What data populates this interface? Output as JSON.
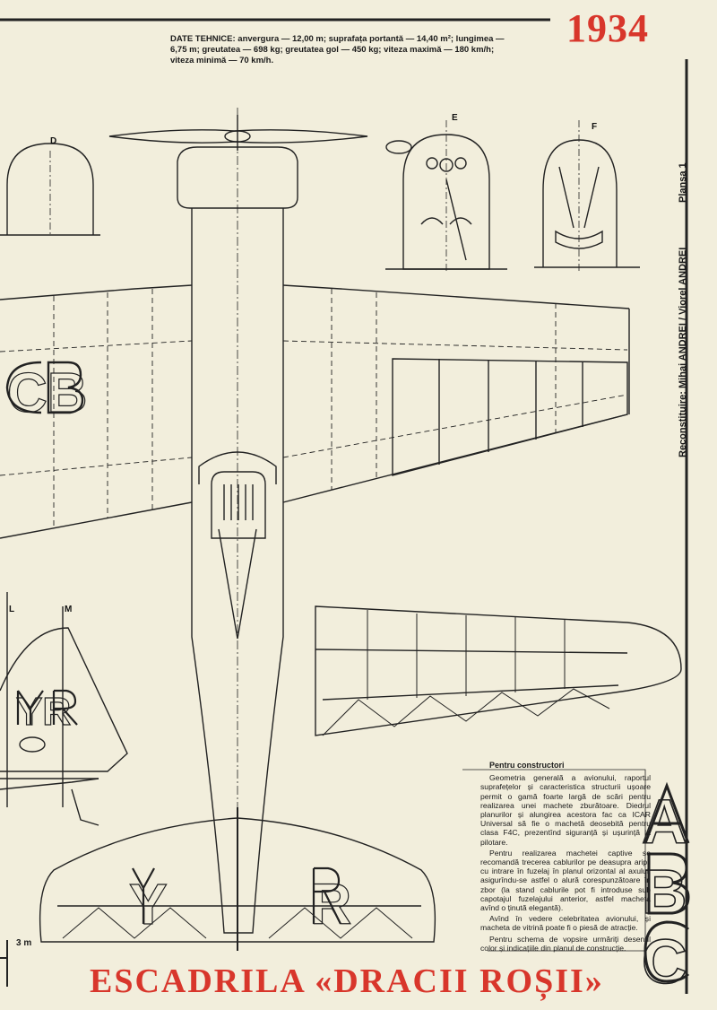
{
  "header": {
    "year": "1934",
    "tech_data": "DATE TEHNICE: anvergura — 12,00 m; suprafața portantă — 14,40 m²; lungimea — 6,75 m; greutatea — 698 kg; greutatea gol — 450 kg; viteza maximă — 180 km/h; viteza minimă — 70 km/h."
  },
  "side": {
    "credit": "Reconstituire: Mihai ANDREI / Viorel ANDREI",
    "plansa": "Planșa 1"
  },
  "view_labels": {
    "d": "D",
    "e": "E",
    "f": "F",
    "l": "L",
    "m": "M"
  },
  "markings": {
    "wing_upper": "CB",
    "tail_left": "YR",
    "stab_y": "Y",
    "stab_r": "R",
    "letters": [
      "A",
      "B",
      "C"
    ]
  },
  "constructors": {
    "title": "Pentru constructori",
    "paragraphs": [
      "Geometria generală a avionului, raportul suprafețelor și caracteristica structurii ușoare permit o gamă foarte largă de scări pentru realizarea unei machete zburătoare. Diedrul planurilor și alungirea acestora fac ca ICAR Universal să fie o machetă deosebită pentru clasa F4C, prezentînd siguranță și ușurință la pilotare.",
      "Pentru realizarea machetei captive se recomandă trecerea cablurilor pe deasupra aripii cu intrare în fuzelaj în planul orizontal al axului, asigurîndu-se astfel o alură corespunzătoare în zbor (la stand cablurile pot fi introduse sub capotajul fuzelajului anterior, astfel macheta avînd o ținută elegantă).",
      "Avînd în vedere celebritatea avionului, și macheta de vitrină poate fi o piesă de atracție.",
      "Pentru schema de vopsire urmăriți desenul color și indicațiile din planul de construcție."
    ]
  },
  "footer": {
    "scale": "3 m",
    "title": "ESCADRILA «DRACII ROȘII»"
  }
}
